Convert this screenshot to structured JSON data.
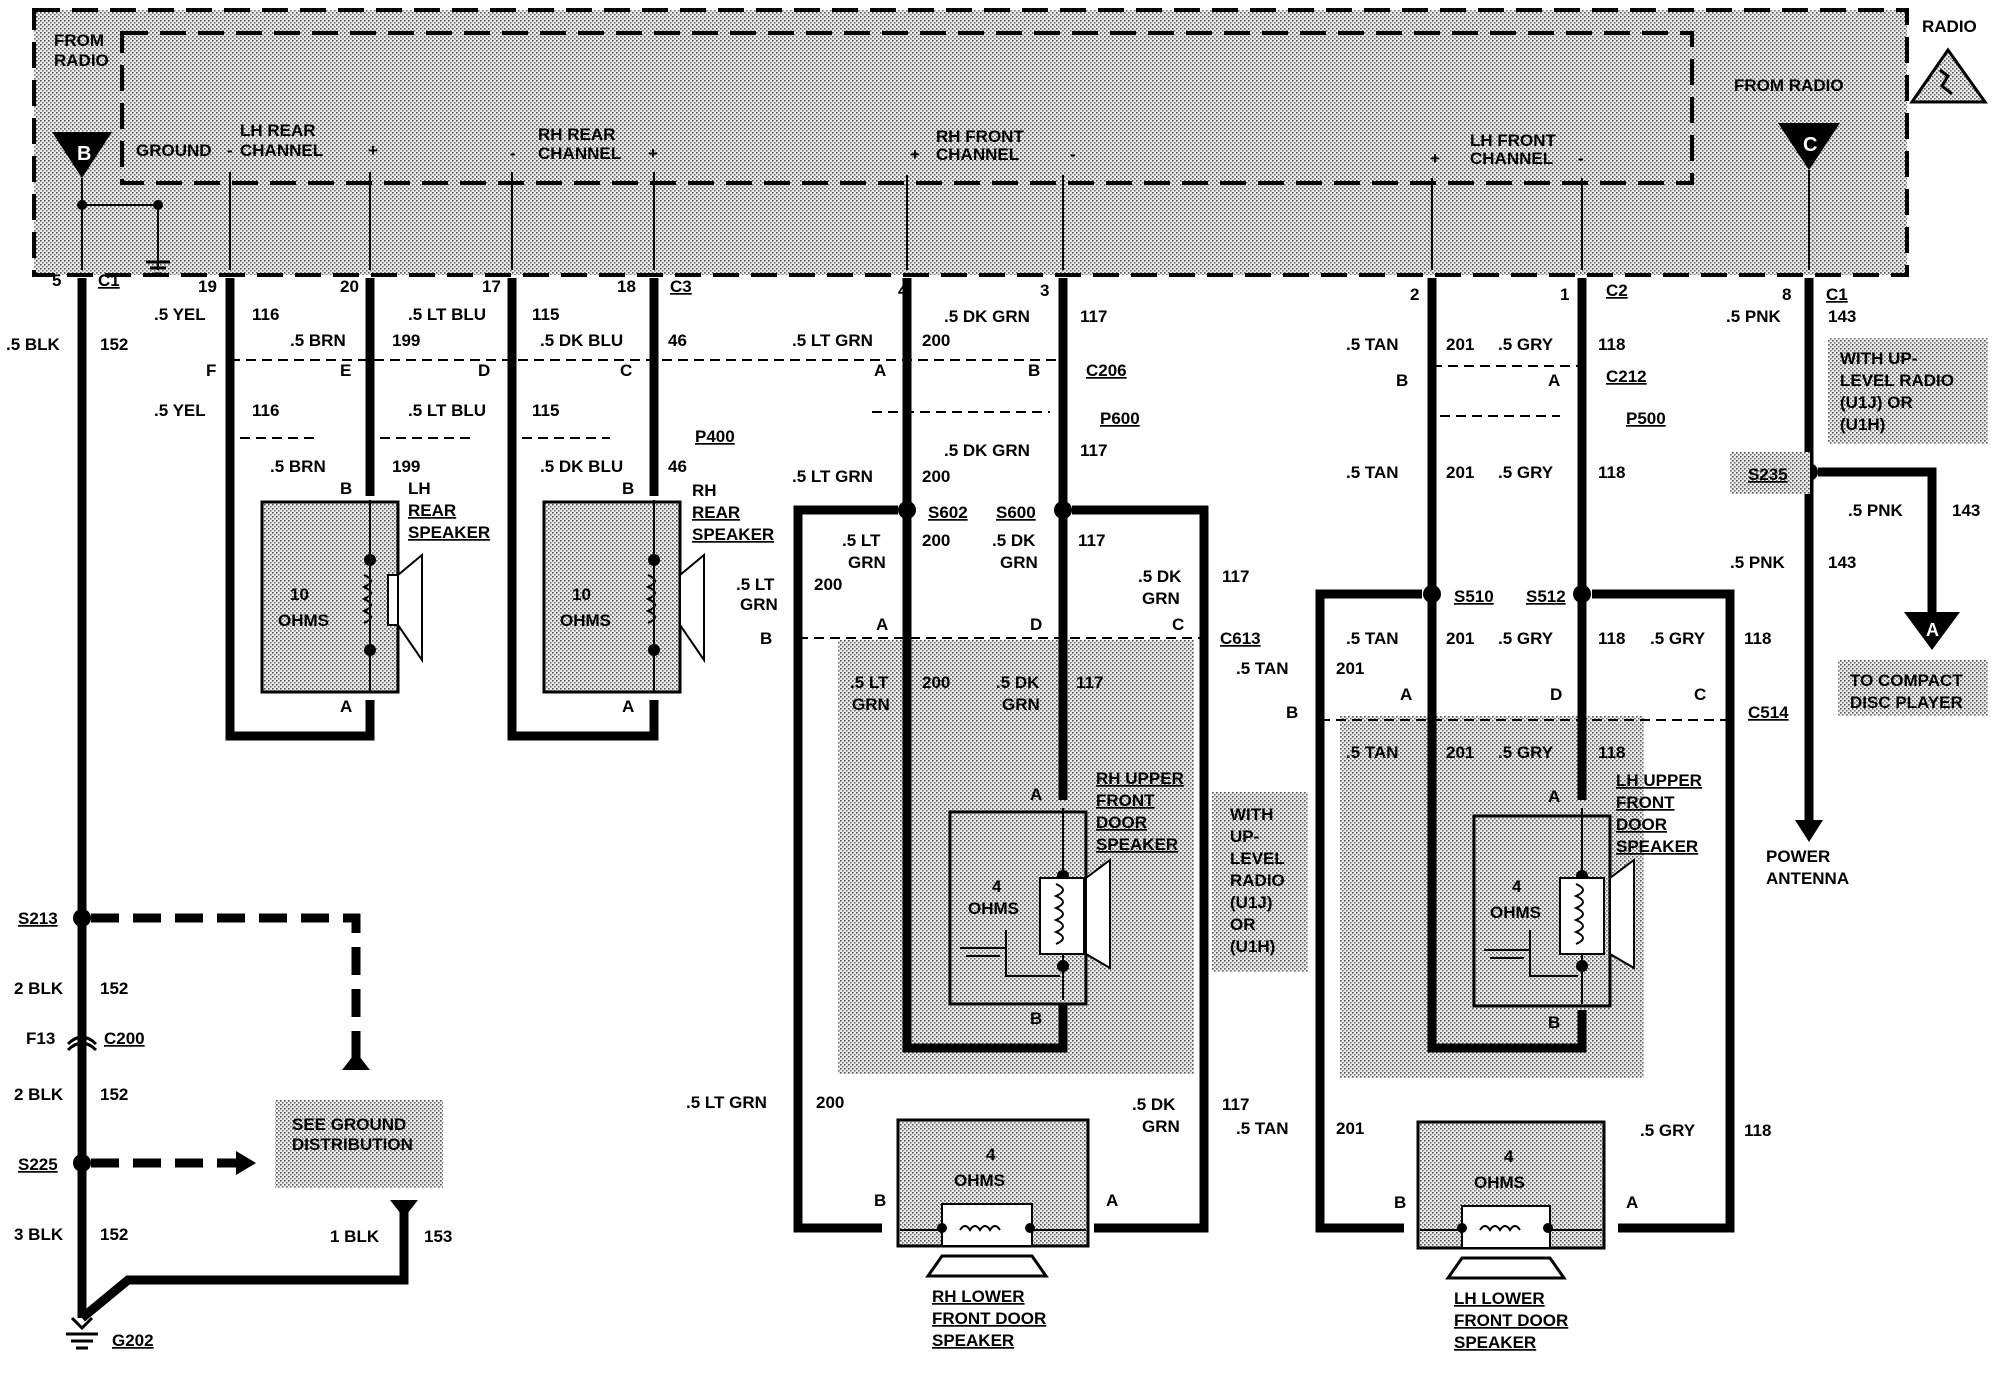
{
  "radio": {
    "title": "RADIO",
    "from_radio_left": [
      "FROM",
      "RADIO"
    ],
    "from_radio_right": "FROM RADIO",
    "ground": "GROUND",
    "b_tag": "B",
    "c_tag": "C",
    "channels": [
      {
        "name": [
          "LH REAR",
          "CHANNEL"
        ],
        "minus": "-",
        "plus": "+"
      },
      {
        "name": [
          "RH REAR",
          "CHANNEL"
        ],
        "minus": "-",
        "plus": "+"
      },
      {
        "name": [
          "RH FRONT",
          "CHANNEL"
        ],
        "minus": "-",
        "plus": "+"
      },
      {
        "name": [
          "LH FRONT",
          "CHANNEL"
        ],
        "minus": "-",
        "plus": "+"
      }
    ]
  },
  "pins": {
    "p5": "5",
    "c1a": "C1",
    "p19": "19",
    "p20": "20",
    "p17": "17",
    "p18": "18",
    "c3": "C3",
    "p4": "4",
    "p3": "3",
    "p2": "2",
    "p1": "1",
    "c2": "C2",
    "p8": "8",
    "c1b": "C1"
  },
  "wires": {
    "yel": ".5 YEL",
    "n116": "116",
    "brn": ".5 BRN",
    "n199": "199",
    "ltblu": ".5 LT BLU",
    "n115": "115",
    "dkblu": ".5 DK BLU",
    "n46": "46",
    "ltgrn": ".5 LT GRN",
    "n200": "200",
    "dkgrn": ".5 DK GRN",
    "n117": "117",
    "tan": ".5 TAN",
    "n201": "201",
    "gry": ".5 GRY",
    "n118": "118",
    "pnk": ".5 PNK",
    "n143": "143",
    "blk": ".5 BLK",
    "n152": "152",
    "blk2": "2 BLK",
    "blk3": "3 BLK",
    "blk1": "1 BLK",
    "n153": "153",
    "lt": ".5 LT",
    "grn": "GRN",
    "dk": ".5 DK"
  },
  "connectors": {
    "c206": "C206",
    "c212": "C212",
    "p400": "P400",
    "p600": "P600",
    "p500": "P500",
    "c613": "C613",
    "c514": "C514",
    "c200": "C200",
    "f13": "F13",
    "s602": "S602",
    "s600": "S600",
    "s510": "S510",
    "s512": "S512",
    "s213": "S213",
    "s225": "S225",
    "s235": "S235",
    "g202": "G202"
  },
  "letters": {
    "a": "A",
    "b": "B",
    "c": "C",
    "d": "D",
    "e": "E",
    "f": "F"
  },
  "speakers": {
    "lh_rear": [
      "LH",
      "REAR",
      "SPEAKER"
    ],
    "rh_rear": [
      "RH",
      "REAR",
      "SPEAKER"
    ],
    "rh_upper": [
      "RH UPPER",
      "FRONT",
      "DOOR",
      "SPEAKER"
    ],
    "lh_upper": [
      "LH UPPER",
      "FRONT",
      "DOOR",
      "SPEAKER"
    ],
    "rh_lower": [
      "RH LOWER",
      "FRONT DOOR",
      "SPEAKER"
    ],
    "lh_lower": [
      "LH LOWER",
      "FRONT DOOR",
      "SPEAKER"
    ],
    "ten": "10",
    "ohms": "OHMS",
    "four": "4"
  },
  "notes": {
    "uplevel_top": [
      "WITH UP-",
      "LEVEL RADIO",
      "(U1J) OR",
      "(U1H)"
    ],
    "uplevel_mid": [
      "WITH",
      "UP-",
      "LEVEL",
      "RADIO",
      "(U1J)",
      "OR",
      "(U1H)"
    ],
    "compact": [
      "TO COMPACT",
      "DISC PLAYER"
    ],
    "power_antenna": [
      "POWER",
      "ANTENNA"
    ],
    "ground_dist": [
      "SEE GROUND",
      "DISTRIBUTION"
    ]
  }
}
